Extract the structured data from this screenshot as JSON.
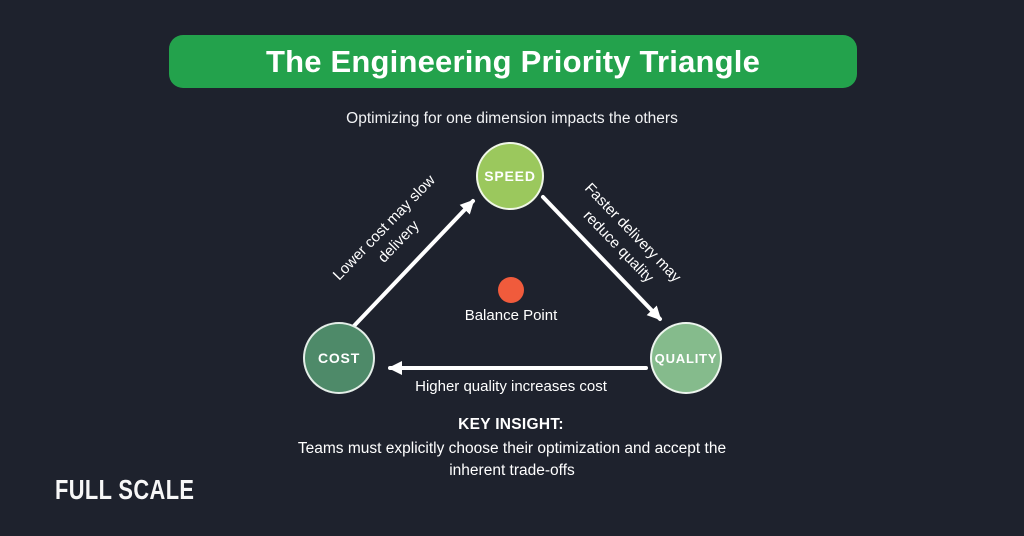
{
  "header": {
    "title": "The Engineering Priority Triangle",
    "subtitle": "Optimizing for one dimension impacts the others"
  },
  "triangle": {
    "nodes": [
      {
        "id": "speed",
        "label": "SPEED",
        "color": "#9bc85d"
      },
      {
        "id": "cost",
        "label": "COST",
        "color": "#4e8a69"
      },
      {
        "id": "quality",
        "label": "QUALITY",
        "color": "#85bb8c"
      }
    ],
    "edges": [
      {
        "from": "cost",
        "to": "speed",
        "label": "Lower cost may slow delivery"
      },
      {
        "from": "speed",
        "to": "quality",
        "label": "Faster delivery may reduce quality"
      },
      {
        "from": "quality",
        "to": "cost",
        "label": "Higher quality increases cost"
      }
    ],
    "balance_point": {
      "label": "Balance Point",
      "color": "#f05b3c"
    }
  },
  "insight": {
    "heading": "KEY INSIGHT:",
    "text": "Teams must explicitly choose their optimization and accept the inherent trade-offs"
  },
  "footer": {
    "brand": "FULL SCALE"
  },
  "colors": {
    "background": "#1e222d",
    "banner": "#23a24c",
    "arrow": "#ffffff",
    "text": "#ffffff"
  }
}
